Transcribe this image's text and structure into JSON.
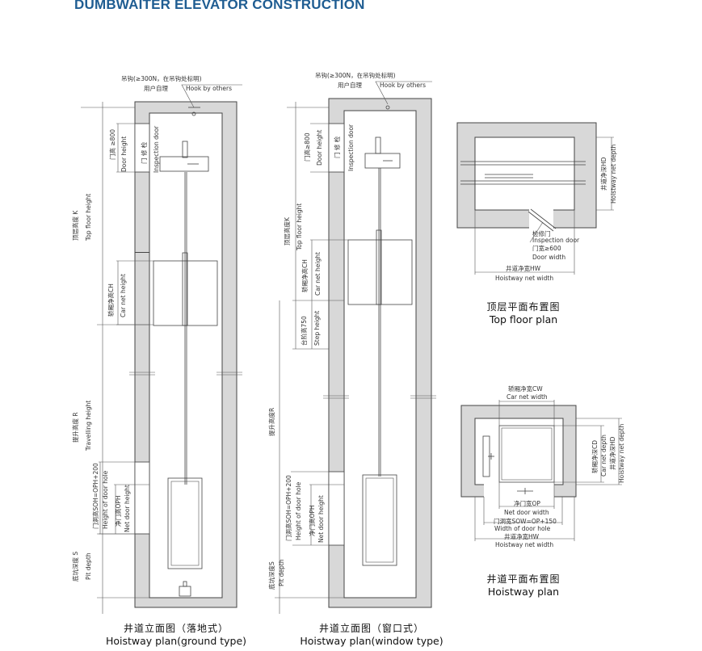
{
  "title": "DUMBWAITER ELEVATOR CONSTRUCTION",
  "labels": {
    "hook_cn": "吊钩(≥300N，在吊钩处标明)",
    "user_cn": "用户自理",
    "hook_en": "Hook by others",
    "top_floor_height_cn": "顶层高度 K",
    "top_floor_height_cn2": "顶层高度K",
    "top_floor_height_en": "Top floor height",
    "door_height_cn": "门高 ≥800",
    "door_height_cn2": "门高≥800",
    "door_height_en": "Door height",
    "inspection_door_cn": "门 修 检",
    "inspection_door_en": "Inspection door",
    "car_net_height_cn": "轿厢净高CH",
    "car_net_height_en": "Car net height",
    "travelling_height_cn": "提升高度 R",
    "travelling_height_cn2": "提升高度R",
    "travelling_height_en": "Travelling height",
    "door_hole_cn": "门洞高SOH=OPH+200",
    "door_hole_en": "Height of door hole",
    "net_door_height_cn": "净门高OPH",
    "net_door_height_en": "Net door height",
    "pit_depth_cn": "底坑深度 S",
    "pit_depth_cn2": "底坑深度S",
    "pit_depth_en": "Pit depth",
    "step_height_cn": "台阶高750",
    "step_height_en": "Step height",
    "hoistway_depth_cn": "井道净深HD",
    "hoistway_depth_en": "Hoistway net depth",
    "insp_door_cn": "检修门",
    "insp_door_en": "Inspection door",
    "door_width_cn": "门宽≥600",
    "door_width_en": "Door width",
    "hoistway_width_cn": "井道净宽HW",
    "hoistway_width_en": "Hoistway net width",
    "car_width_cn": "轿厢净宽CW",
    "car_width_en": "Car net width",
    "car_depth_cn": "轿厢净深CD",
    "car_depth_en": "Car net depth",
    "net_door_width_cn": "净门宽OP",
    "net_door_width_en": "Net door width",
    "door_hole_width_cn": "门洞宽SOW=OP+150",
    "door_hole_width_en": "Width of door hole"
  },
  "captions": {
    "ground": {
      "cn": "井道立面图（落地式）",
      "en": "Hoistway plan(ground type)"
    },
    "window": {
      "cn": "井道立面图（窗口式）",
      "en": "Hoistway plan(window type)"
    },
    "top_floor": {
      "cn": "顶层平面布置图",
      "en": "Top floor plan"
    },
    "hoistway": {
      "cn": "井道平面布置图",
      "en": "Hoistway plan"
    }
  }
}
